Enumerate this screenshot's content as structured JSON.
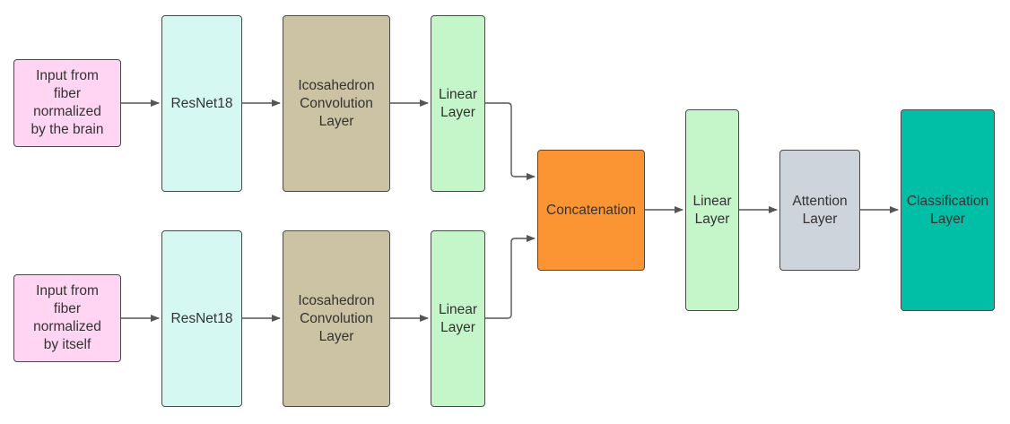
{
  "colors": {
    "input": "#ffd5f3",
    "resnet": "#d6f8f3",
    "icosahedron": "#cbc3a3",
    "linear": "#c4f6c9",
    "concat": "#fb9533",
    "attention": "#ced4dc",
    "classification": "#00bfa6",
    "edge": "#555555"
  },
  "nodes": {
    "input_brain": "Input from\nfiber\nnormalized\nby the brain",
    "resnet_top": "ResNet18",
    "icosa_top": "Icosahedron\nConvolution\nLayer",
    "linear_top": "Linear\nLayer",
    "input_self": "Input from\nfiber\nnormalized\nby itself",
    "resnet_bottom": "ResNet18",
    "icosa_bottom": "Icosahedron\nConvolution\nLayer",
    "linear_bottom": "Linear\nLayer",
    "concatenation": "Concatenation",
    "linear_merged": "Linear\nLayer",
    "attention": "Attention\nLayer",
    "classification": "Classification\nLayer"
  }
}
